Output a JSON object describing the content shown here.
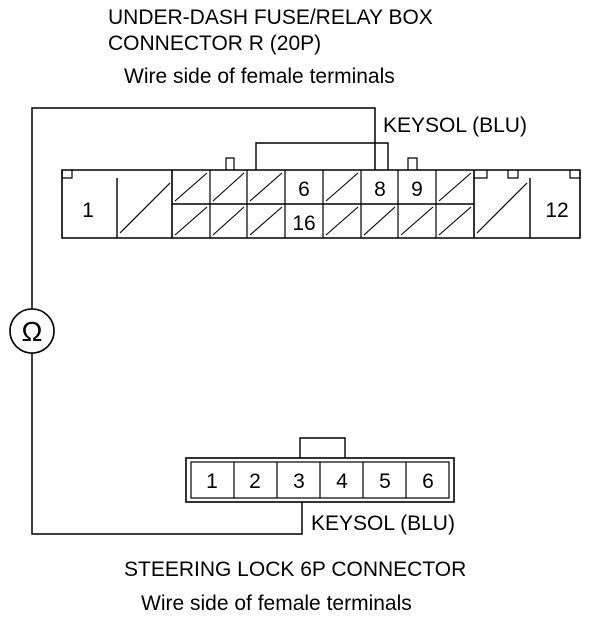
{
  "top_connector": {
    "title_line1": "UNDER-DASH FUSE/RELAY BOX",
    "title_line2": "CONNECTOR R (20P)",
    "subtitle": "Wire side of female terminals",
    "wire_label": "KEYSOL (BLU)",
    "pin_1": "1",
    "pin_6": "6",
    "pin_8": "8",
    "pin_9": "9",
    "pin_12": "12",
    "pin_16": "16"
  },
  "meter": {
    "symbol": "Ω"
  },
  "bottom_connector": {
    "title": "STEERING LOCK 6P CONNECTOR",
    "subtitle": "Wire side of female terminals",
    "wire_label": "KEYSOL (BLU)",
    "pins": [
      "1",
      "2",
      "3",
      "4",
      "5",
      "6"
    ]
  }
}
